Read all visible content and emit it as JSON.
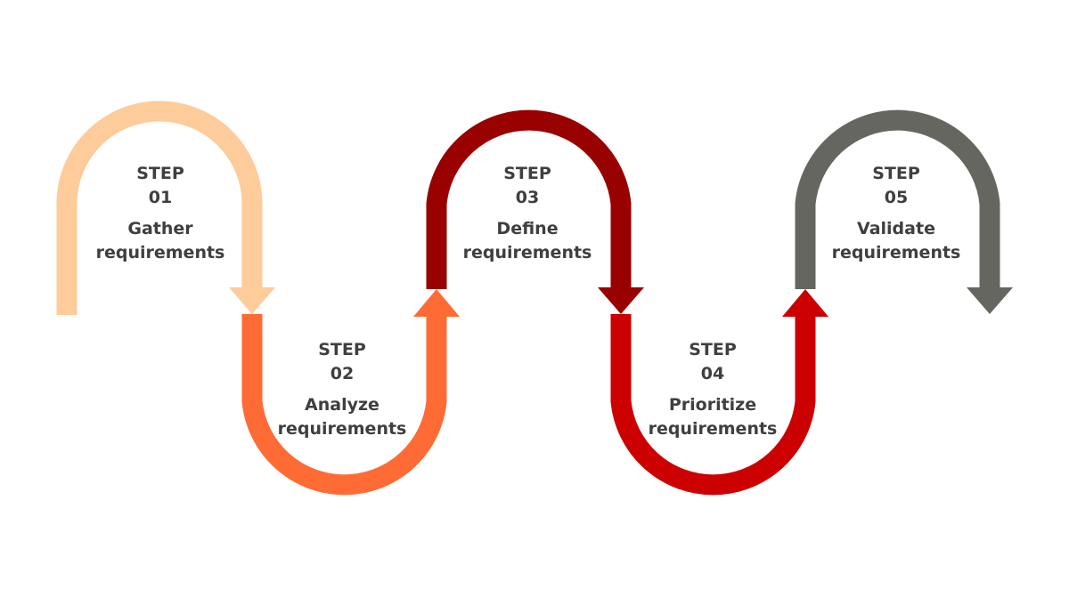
{
  "colors": {
    "step_01": "#FECB9A",
    "step_02": "#FF6B35",
    "step_03": "#990000",
    "step_04": "#CC0000",
    "step_05": "#666660",
    "text": "#3F3F3F",
    "background": "#FFFFFF"
  },
  "steps": [
    {
      "prefix": "STEP",
      "number": "01",
      "label_line1": "Gather",
      "label_line2": "requirements"
    },
    {
      "prefix": "STEP",
      "number": "02",
      "label_line1": "Analyze",
      "label_line2": "requirements"
    },
    {
      "prefix": "STEP",
      "number": "03",
      "label_line1": "Define",
      "label_line2": "requirements"
    },
    {
      "prefix": "STEP",
      "number": "04",
      "label_line1": "Prioritize",
      "label_line2": "requirements"
    },
    {
      "prefix": "STEP",
      "number": "05",
      "label_line1": "Validate",
      "label_line2": "requirements"
    }
  ]
}
